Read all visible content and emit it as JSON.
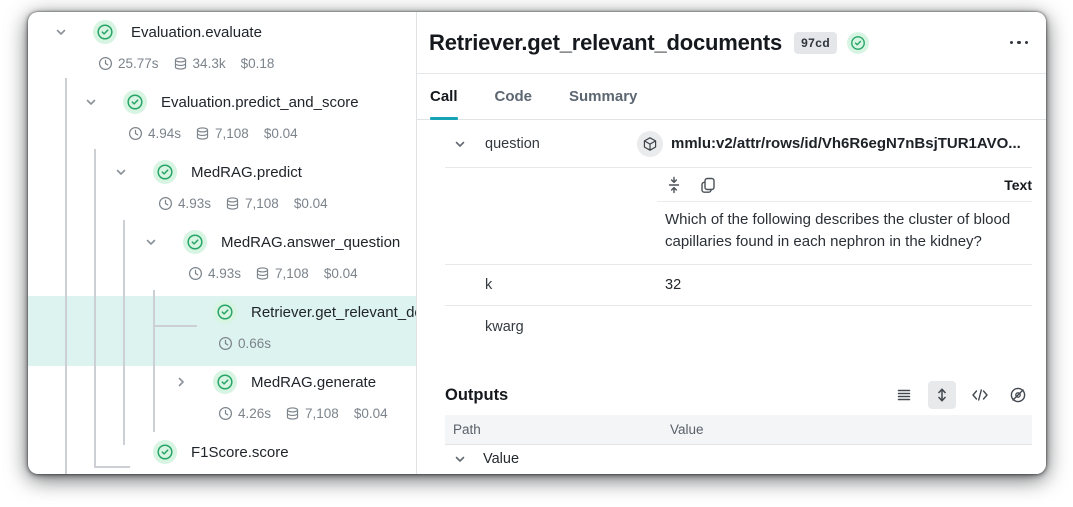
{
  "colors": {
    "accent_teal": "#16a3b6",
    "success_green": "#27a567",
    "success_bg": "#d8f4e3",
    "selected_row_bg": "#ddf3ef"
  },
  "icons": {
    "node-status": "check-circle",
    "latency": "clock",
    "tokens": "database-cylinder",
    "ref": "cube",
    "collapse": "collapse-vertical",
    "copy": "copy",
    "compact-rows": "list-lines",
    "expand-rows": "arrows-vertical",
    "code-view": "code-brackets",
    "hide": "eye-off",
    "menu": "ellipsis",
    "expand-node": "chevron-down",
    "collapsed-node": "chevron-right"
  },
  "trace_tree": {
    "nodes": [
      {
        "label": "Evaluation.evaluate",
        "time": "25.77s",
        "tokens": "34.3k",
        "cost": "$0.18",
        "expanded": true
      },
      {
        "label": "Evaluation.predict_and_score",
        "time": "4.94s",
        "tokens": "7,108",
        "cost": "$0.04",
        "expanded": true
      },
      {
        "label": "MedRAG.predict",
        "time": "4.93s",
        "tokens": "7,108",
        "cost": "$0.04",
        "expanded": true
      },
      {
        "label": "MedRAG.answer_question",
        "time": "4.93s",
        "tokens": "7,108",
        "cost": "$0.04",
        "expanded": true
      },
      {
        "label": "Retriever.get_relevant_documents",
        "time": "0.66s",
        "selected": true
      },
      {
        "label": "MedRAG.generate",
        "time": "4.26s",
        "tokens": "7,108",
        "cost": "$0.04",
        "expanded": false
      },
      {
        "label": "F1Score.score"
      }
    ]
  },
  "detail": {
    "title": "Retriever.get_relevant_documents",
    "call_id_badge": "97cd",
    "tabs": [
      {
        "label": "Call",
        "active": true
      },
      {
        "label": "Code",
        "active": false
      },
      {
        "label": "Summary",
        "active": false
      }
    ],
    "inputs": {
      "question_key": "question",
      "question_ref": "mmlu:v2/attr/rows/id/Vh6R6egN7nBsjTUR1AVO...",
      "question_format": "Text",
      "question_text": "Which of the following describes the cluster of blood capillaries found in each nephron in the kidney?",
      "k_key": "k",
      "k_value": "32",
      "kwarg_key": "kwarg",
      "kwarg_value": ""
    },
    "outputs": {
      "title": "Outputs",
      "columns": [
        "Path",
        "Value"
      ],
      "rows": [
        {
          "path": "Value"
        }
      ]
    }
  }
}
